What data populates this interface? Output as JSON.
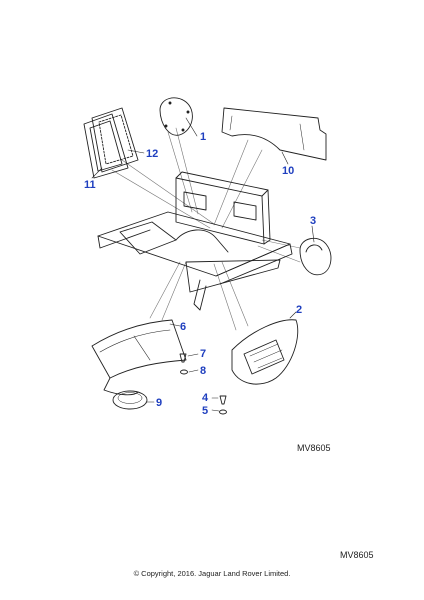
{
  "callouts": [
    "1",
    "2",
    "3",
    "4",
    "5",
    "6",
    "7",
    "8",
    "9",
    "10",
    "11",
    "12"
  ],
  "diagram_ref": "MV8605",
  "footer_ref": "MV8605",
  "copyright": "© Copyright, 2016. Jaguar Land Rover Limited.",
  "colors": {
    "callout": "#1f3fbf",
    "line": "#222222",
    "leader": "#777777"
  }
}
